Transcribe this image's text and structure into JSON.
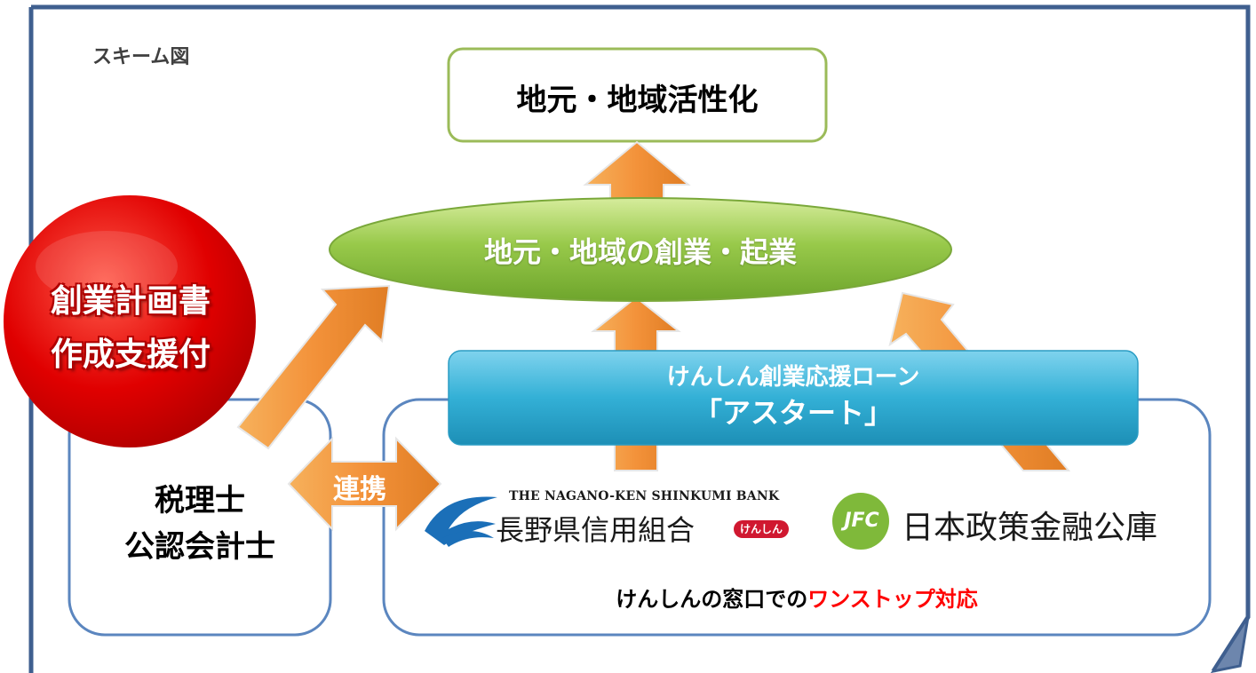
{
  "scheme_label": "スキーム図",
  "goal": "地元・地域活性化",
  "startup": "地元・地域の創業・起業",
  "loan": {
    "line1": "けんしん創業応援ローン",
    "line2": "「アスタート」"
  },
  "badge": {
    "line1": "創業計画書",
    "line2": "作成支援付"
  },
  "advisor": {
    "line1": "税理士",
    "line2": "公認会計士"
  },
  "collaboration": "連携",
  "bank": {
    "english": "THE NAGANO-KEN SHINKUMI BANK",
    "name": "長野県信用組合",
    "nickname": "けんしん"
  },
  "jfc": {
    "logo_text": "JFC",
    "name": "日本政策金融公庫"
  },
  "onestop": {
    "prefix": "けんしんの窓口での",
    "highlight": "ワンストップ対応"
  },
  "colors": {
    "frame": "#3f5f8f",
    "box_border": "#5b86bf",
    "goal_border": "#9bbb59",
    "ellipse": "#8dc53e",
    "loan_bar": "#3ab3d8",
    "arrow": "#f39a3e",
    "badge": "#e00000",
    "highlight": "#ff0000"
  },
  "icons": [
    "up-arrow-icon",
    "diagonal-arrow-icon",
    "double-arrow-icon",
    "bank-logo-icon",
    "jfc-logo-icon",
    "page-curl-icon"
  ]
}
